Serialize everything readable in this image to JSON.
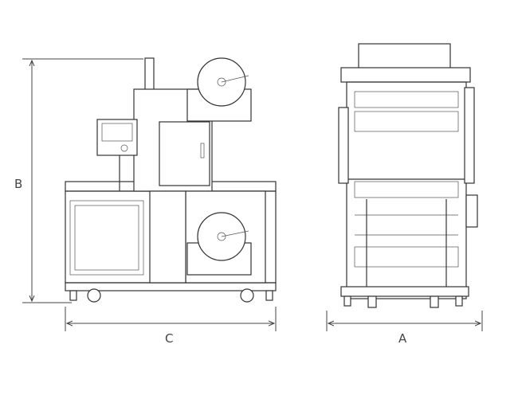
{
  "dimensions": {
    "height_label": "B",
    "width_front_label": "C",
    "width_side_label": "A"
  }
}
